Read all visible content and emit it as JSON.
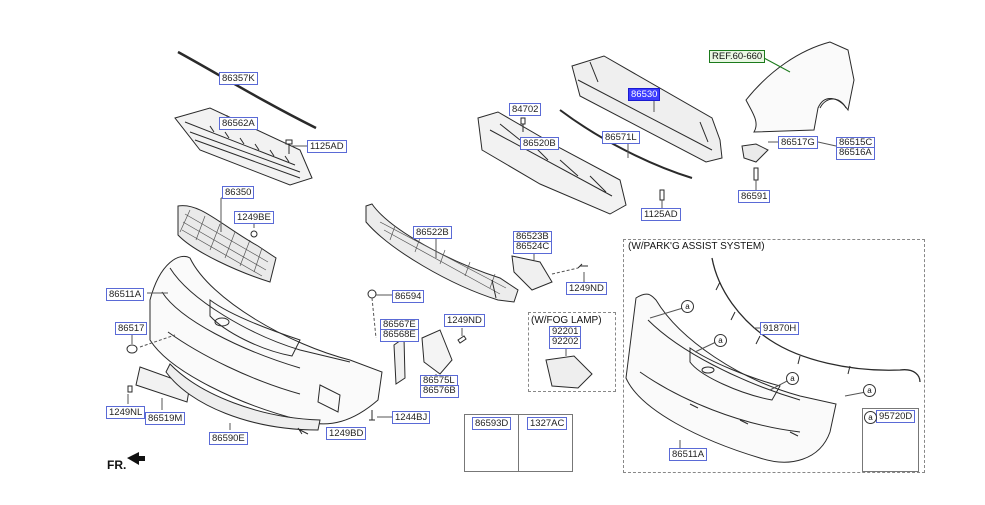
{
  "labels": {
    "p86357K": "86357K",
    "p86562A": "86562A",
    "p1125AD_top": "1125AD",
    "p86350": "86350",
    "p1249BE": "1249BE",
    "p86511A": "86511A",
    "p86517": "86517",
    "p1249NL": "1249NL",
    "p86519M": "86519M",
    "p86590E": "86590E",
    "p1249BD": "1249BD",
    "p1244BJ": "1244BJ",
    "p86594": "86594",
    "p86567E": "86567E",
    "p86568E": "86568E",
    "p1249ND_mid": "1249ND",
    "p86575L": "86575L",
    "p86576B": "86576B",
    "p86522B": "86522B",
    "p86523B": "86523B",
    "p86524C": "86524C",
    "p1249ND_right": "1249ND",
    "p84702": "84702",
    "p86520B": "86520B",
    "p86530": "86530",
    "p86571L": "86571L",
    "p1125AD_bottom": "1125AD",
    "p86591": "86591",
    "p86517G": "86517G",
    "p86515C": "86515C",
    "p86516A": "86516A",
    "ref": "REF.60-660",
    "p92201": "92201",
    "p92202": "92202",
    "p86593D": "86593D",
    "p1327AC": "1327AC",
    "p91870H": "91870H",
    "p86511A_park": "86511A",
    "p95720D": "95720D"
  },
  "sections": {
    "fog_lamp": "(W/FOG LAMP)",
    "park_assist": "(W/PARK'G ASSIST SYSTEM)"
  },
  "markers": {
    "a": "a"
  },
  "direction": "FR."
}
